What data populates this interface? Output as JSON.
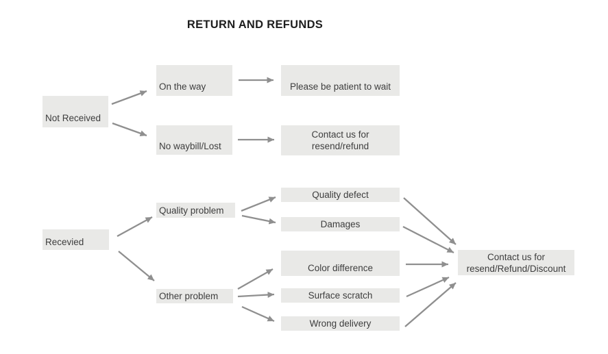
{
  "title": "RETURN AND REFUNDS",
  "nodes": {
    "not_received": "Not Received",
    "on_the_way": "On the way",
    "please_be_patient": "Please be patient to wait",
    "no_waybill_lost": "No waybill/Lost",
    "contact_resend_refund": "Contact us for\nresend/refund",
    "recevied": "Recevied",
    "quality_problem": "Quality problem",
    "quality_defect": "Quality defect",
    "damages": "Damages",
    "other_problem": "Other problem",
    "color_difference": "Color difference",
    "surface_scratch": "Surface scratch",
    "wrong_delivery": "Wrong delivery",
    "contact_resend_refund_discount": "Contact us for\nresend/Refund/Discount"
  },
  "edges": [
    {
      "from": "not_received",
      "to": "on_the_way"
    },
    {
      "from": "not_received",
      "to": "no_waybill_lost"
    },
    {
      "from": "on_the_way",
      "to": "please_be_patient"
    },
    {
      "from": "no_waybill_lost",
      "to": "contact_resend_refund"
    },
    {
      "from": "recevied",
      "to": "quality_problem"
    },
    {
      "from": "recevied",
      "to": "other_problem"
    },
    {
      "from": "quality_problem",
      "to": "quality_defect"
    },
    {
      "from": "quality_problem",
      "to": "damages"
    },
    {
      "from": "other_problem",
      "to": "color_difference"
    },
    {
      "from": "other_problem",
      "to": "surface_scratch"
    },
    {
      "from": "other_problem",
      "to": "wrong_delivery"
    },
    {
      "from": "quality_defect",
      "to": "contact_resend_refund_discount"
    },
    {
      "from": "damages",
      "to": "contact_resend_refund_discount"
    },
    {
      "from": "color_difference",
      "to": "contact_resend_refund_discount"
    },
    {
      "from": "surface_scratch",
      "to": "contact_resend_refund_discount"
    },
    {
      "from": "wrong_delivery",
      "to": "contact_resend_refund_discount"
    }
  ],
  "colors": {
    "background": "#ffffff",
    "box_fill": "#e9e9e7",
    "text": "#3d3d3d",
    "title": "#1d1d1d",
    "arrow": "#8f8f8f"
  }
}
